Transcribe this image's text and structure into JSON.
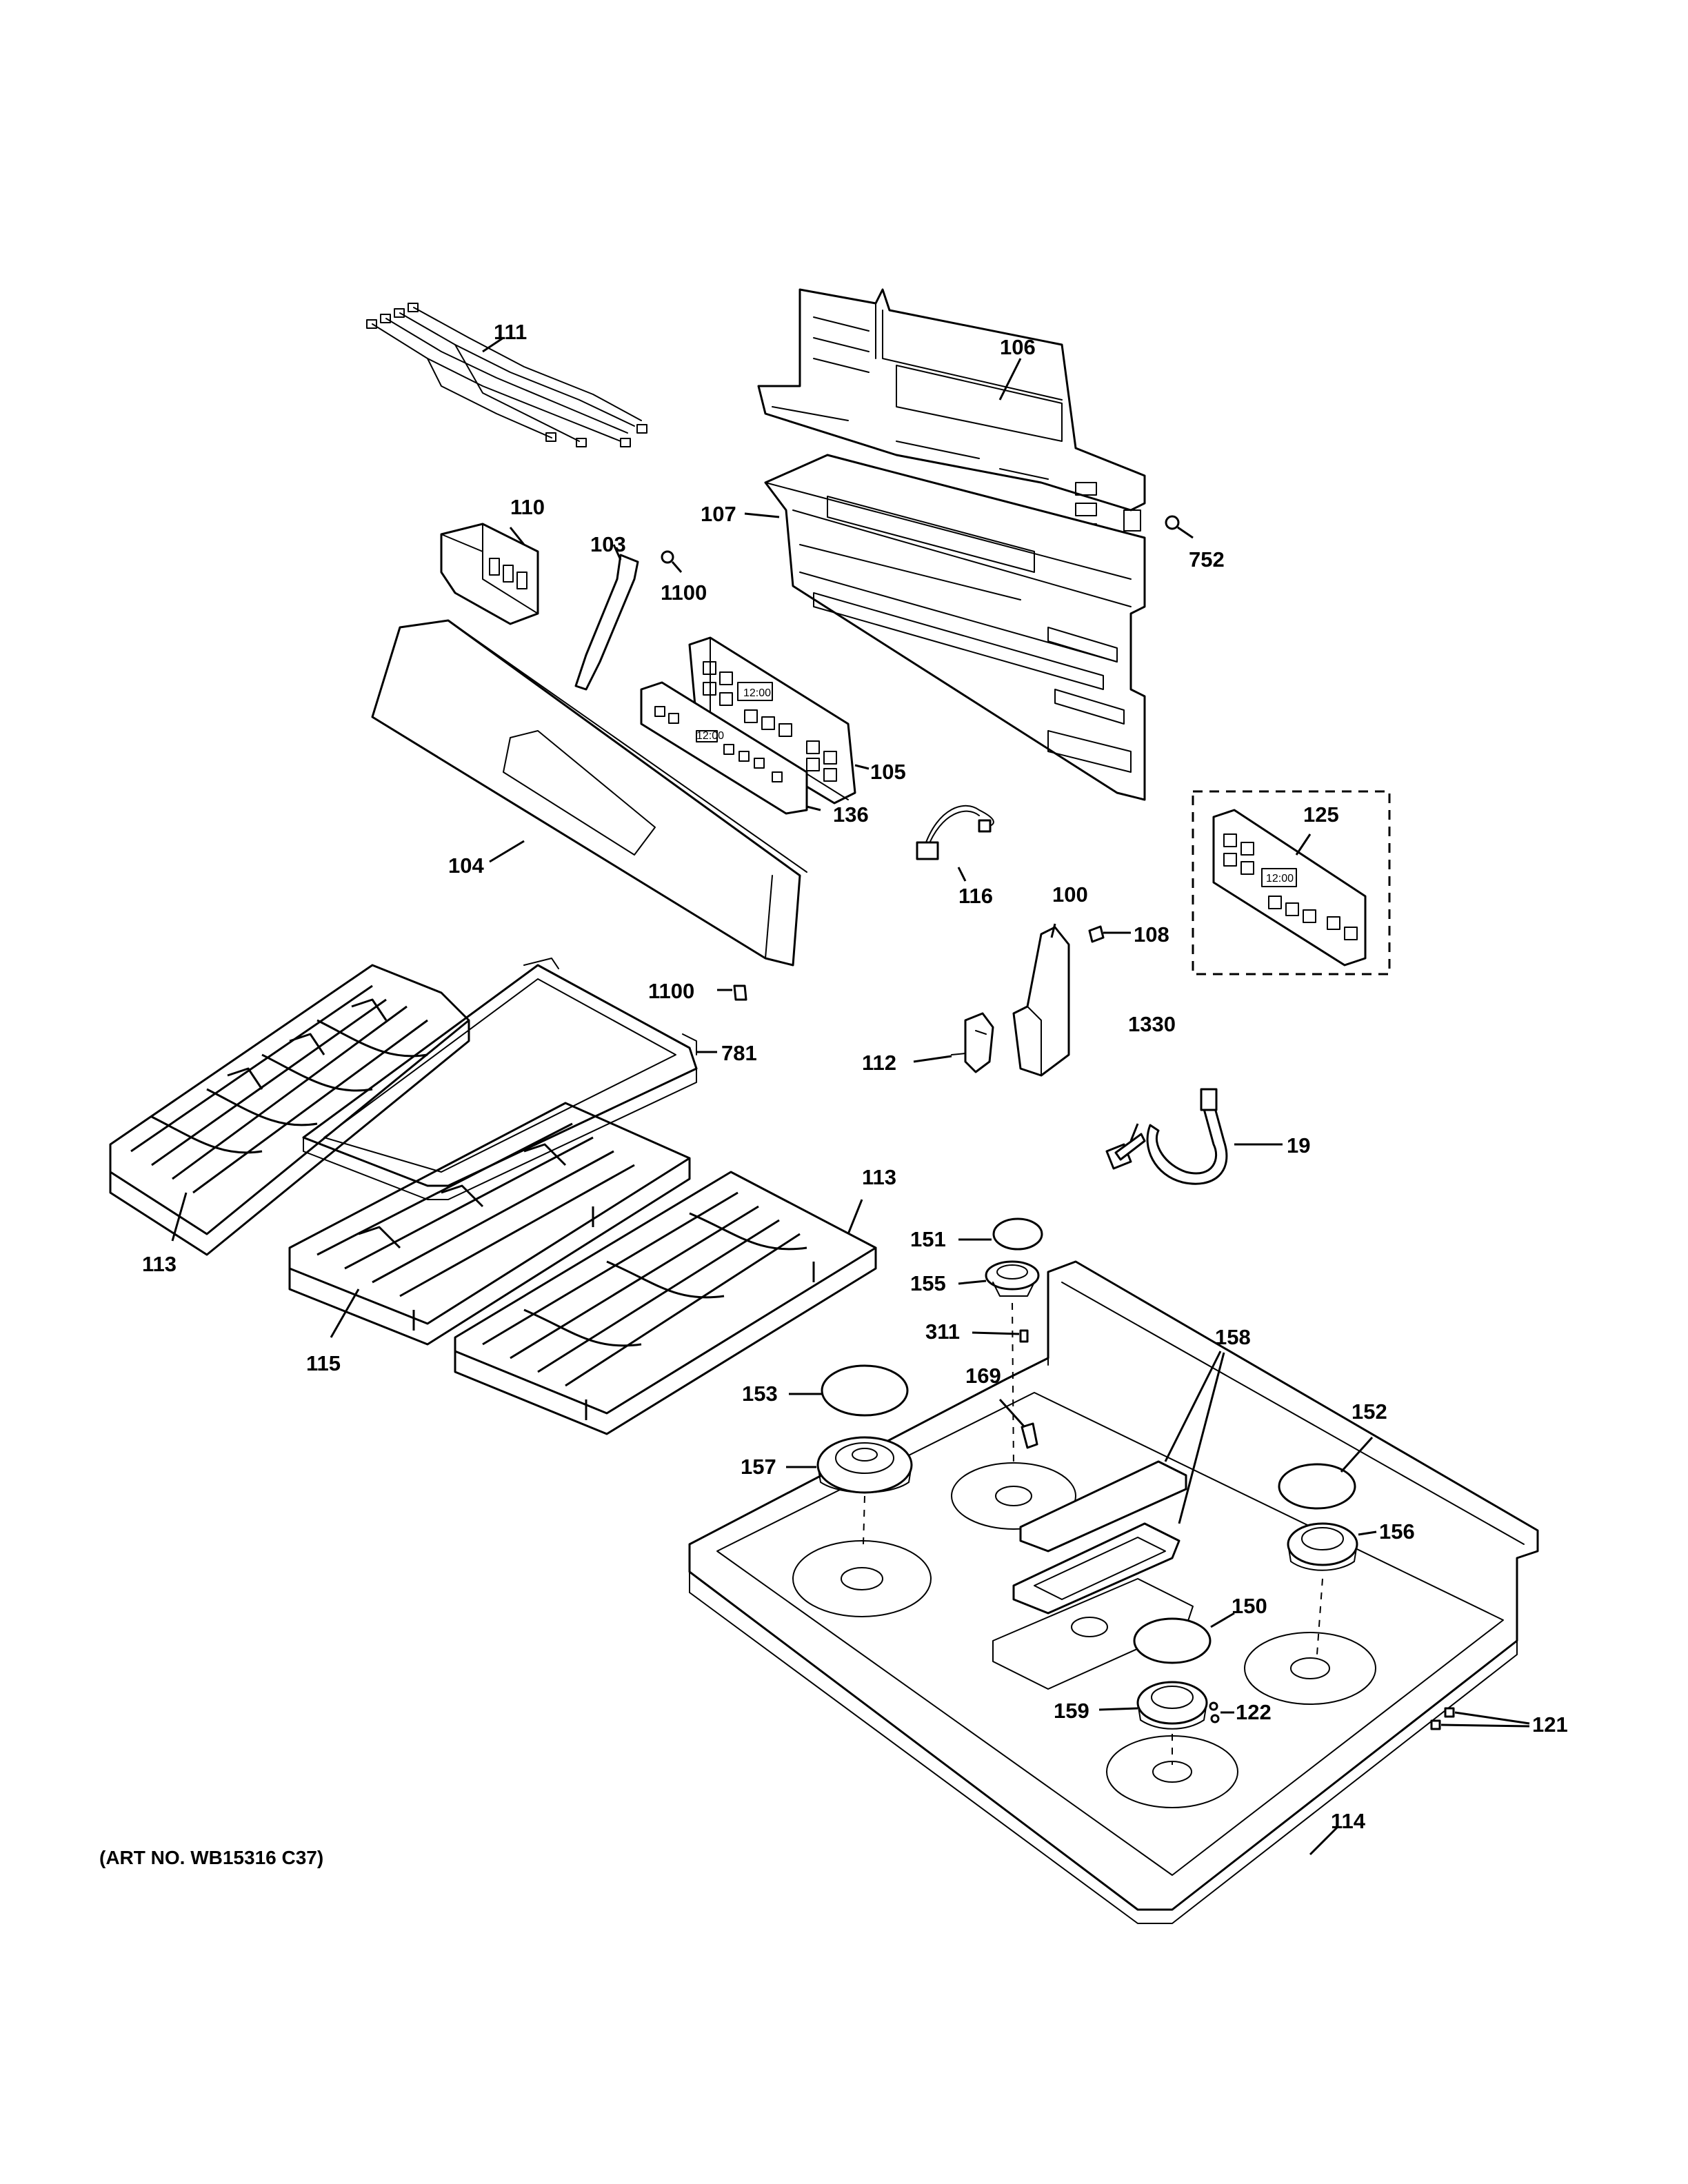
{
  "art_number": "(ART NO. WB15316 C37)",
  "parts": {
    "p111": "111",
    "p106": "106",
    "p110": "110",
    "p103": "103",
    "p1100a": "1100",
    "p107": "107",
    "p752": "752",
    "p105": "105",
    "p136": "136",
    "p104": "104",
    "p125": "125",
    "p116": "116",
    "p100": "100",
    "p108": "108",
    "p1100b": "1100",
    "p781": "781",
    "p1330": "1330",
    "p112": "112",
    "p19": "19",
    "p113a": "113",
    "p113b": "113",
    "p115": "115",
    "p151": "151",
    "p155": "155",
    "p311": "311",
    "p158": "158",
    "p153": "153",
    "p169": "169",
    "p152": "152",
    "p157": "157",
    "p156": "156",
    "p150": "150",
    "p159": "159",
    "p122": "122",
    "p121": "121",
    "p114": "114"
  },
  "display": {
    "clock_a": "12:00",
    "clock_b": "12:00",
    "clock_c": "12:00"
  }
}
